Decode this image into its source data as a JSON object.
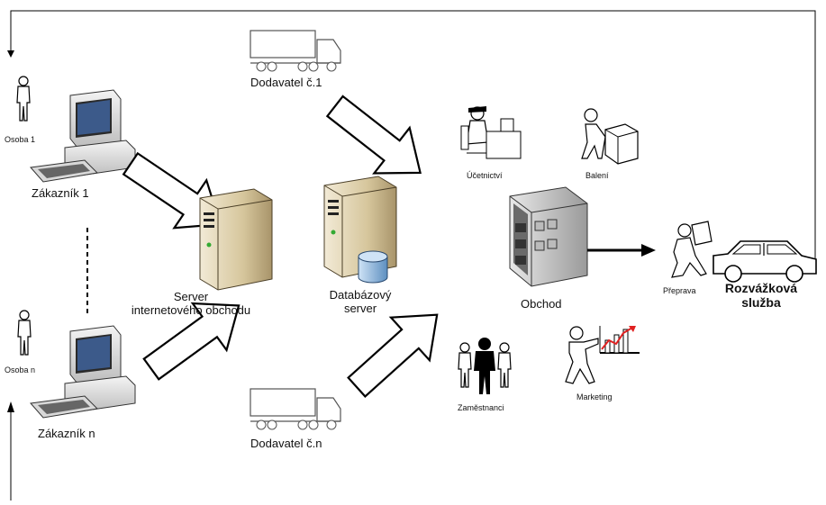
{
  "labels": {
    "supplier_1": "Dodavatel č.1",
    "supplier_n": "Dodavatel č.n",
    "customer_1": "Zákazník 1",
    "customer_n": "Zákazník n",
    "person_1": "Osoba 1",
    "person_n": "Osoba n",
    "server_line1": "Server",
    "server_line2": "internetového obchodu",
    "db_line1": "Databázový",
    "db_line2": "server",
    "shop": "Obchod",
    "accountant": "Účetnictví",
    "warehouse": "Balení",
    "delivery_worker": "Přeprava",
    "delivery_service_line1": "Rozvážková",
    "delivery_service_line2": "služba",
    "employees": "Zaměstnanci",
    "marketing": "Marketing"
  },
  "icons": {
    "truck": "truck-icon",
    "computer": "computer-icon",
    "person": "person-icon",
    "server": "server-tower-icon",
    "database": "database-icon",
    "building": "building-icon",
    "car": "car-icon"
  },
  "colors": {
    "server_body": "#d8c8a0",
    "db_cylinder": "#8fb8e0",
    "building_body": "#b8b8b8",
    "arrow_fill": "#ffffff",
    "stroke": "#000000",
    "chart_red": "#e02020"
  }
}
